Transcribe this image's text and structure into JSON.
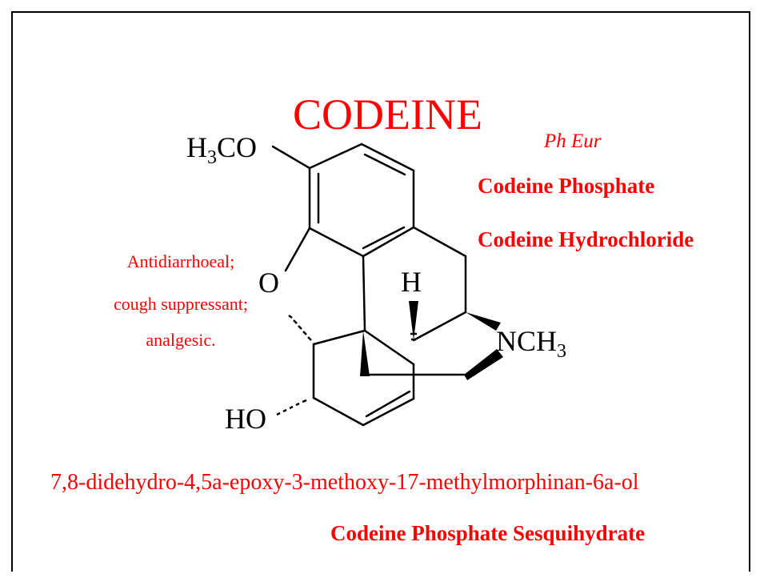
{
  "slide": {
    "title": "CODEINE",
    "pharmacopoeia": "Ph Eur",
    "salts": [
      "Codeine Phosphate",
      "Codeine Hydrochloride"
    ],
    "uses": [
      "Antidiarrhoeal;",
      "cough suppressant;",
      "analgesic."
    ],
    "iupac_name": "7,8-didehydro-4,5a-epoxy-3-methoxy-17-methylmorphinan-6a-ol",
    "sesquihydrate": "Codeine Phosphate Sesquihydrate"
  },
  "structure": {
    "methoxy_main": "H",
    "methoxy_sub": "3",
    "methoxy_tail": "CO",
    "oxygen": "O",
    "hydrogen": "H",
    "amine_main": "NCH",
    "amine_sub": "3",
    "hydroxyl": "HO"
  },
  "colors": {
    "accent": "#ff0000",
    "ink": "#000000"
  }
}
